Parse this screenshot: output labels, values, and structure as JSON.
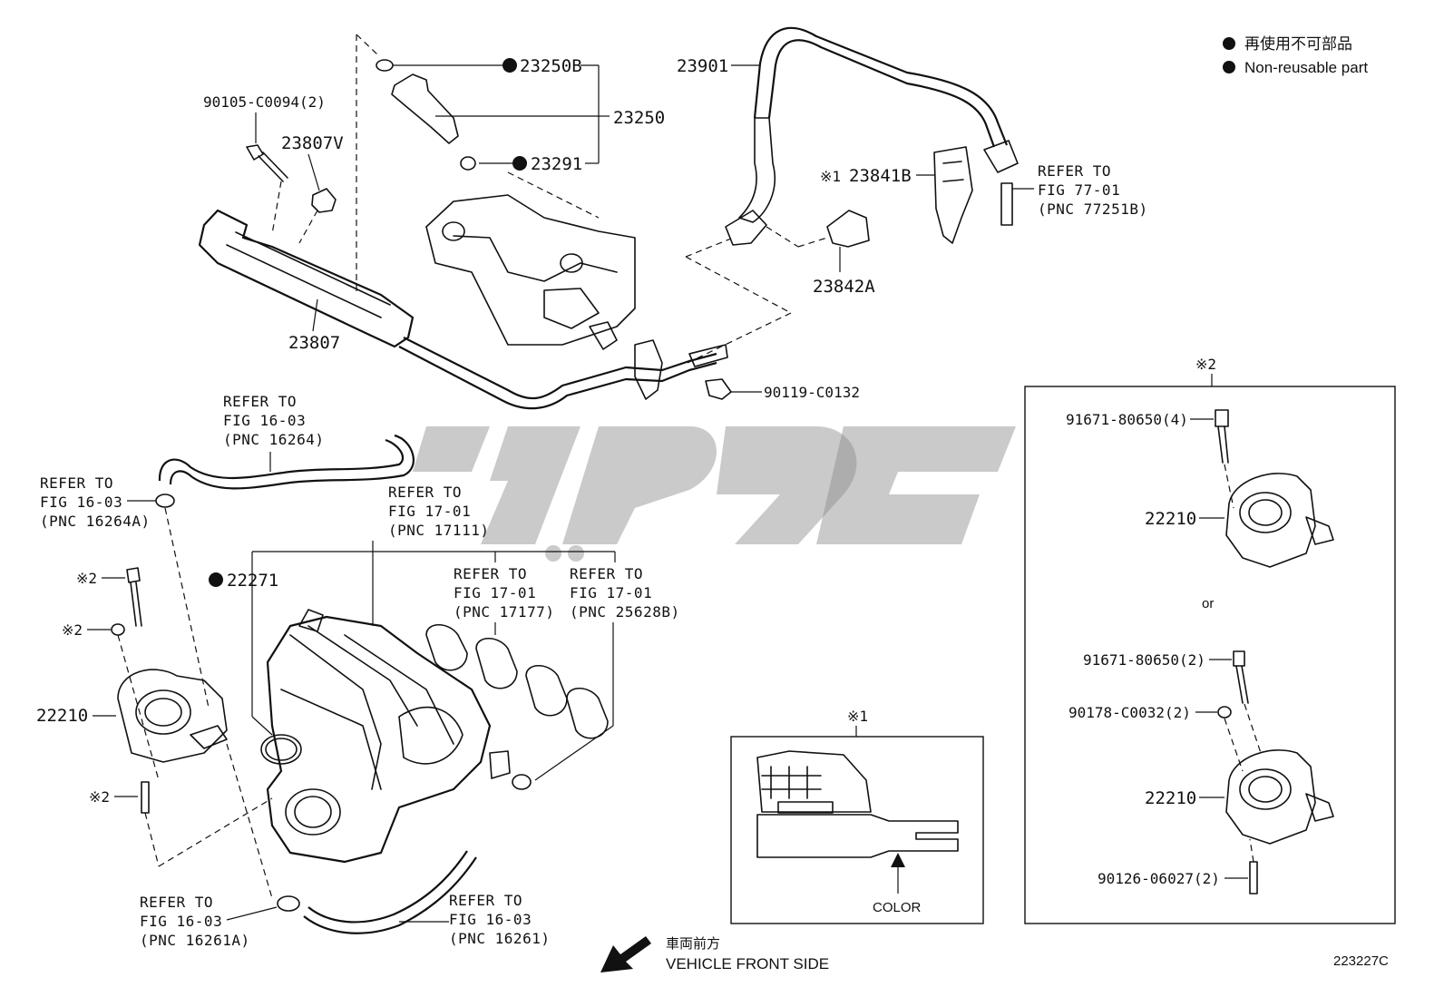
{
  "legend": {
    "line1": "再使用不可部品",
    "line2": "Non-reusable part"
  },
  "parts": {
    "p90105": "90105-C0094(2)",
    "p23807V": "23807V",
    "p23250B": "23250B",
    "p23250": "23250",
    "p23291": "23291",
    "p23901": "23901",
    "p23841B": "23841B",
    "p23842A": "23842A",
    "p23807": "23807",
    "p90119": "90119-C0132",
    "p22271": "22271",
    "p22210_left": "22210",
    "p91671_4": "91671-80650(4)",
    "p22210_r1": "22210",
    "p91671_2": "91671-80650(2)",
    "p90178": "90178-C0032(2)",
    "p22210_r2": "22210",
    "p90126": "90126-06027(2)"
  },
  "refs": {
    "fig77": {
      "l1": "REFER TO",
      "l2": "FIG 77-01",
      "l3": "(PNC 77251B)"
    },
    "fig16_16264": {
      "l1": "REFER TO",
      "l2": "FIG 16-03",
      "l3": "(PNC 16264)"
    },
    "fig16_16264A": {
      "l1": "REFER TO",
      "l2": "FIG 16-03",
      "l3": "(PNC 16264A)"
    },
    "fig17_17111": {
      "l1": "REFER TO",
      "l2": "FIG 17-01",
      "l3": "(PNC 17111)"
    },
    "fig17_17177": {
      "l1": "REFER TO",
      "l2": "FIG 17-01",
      "l3": "(PNC 17177)"
    },
    "fig17_25628B": {
      "l1": "REFER TO",
      "l2": "FIG 17-01",
      "l3": "(PNC 25628B)"
    },
    "fig16_16261A": {
      "l1": "REFER TO",
      "l2": "FIG 16-03",
      "l3": "(PNC 16261A)"
    },
    "fig16_16261": {
      "l1": "REFER TO",
      "l2": "FIG 16-03",
      "l3": "(PNC 16261)"
    }
  },
  "marks": {
    "note1": "※1",
    "note2": "※2"
  },
  "inset": {
    "color_label": "COLOR",
    "or_label": "or"
  },
  "footer": {
    "front_jp": "車両前方",
    "front_en": "VEHICLE FRONT SIDE",
    "figure_code": "223227C"
  }
}
